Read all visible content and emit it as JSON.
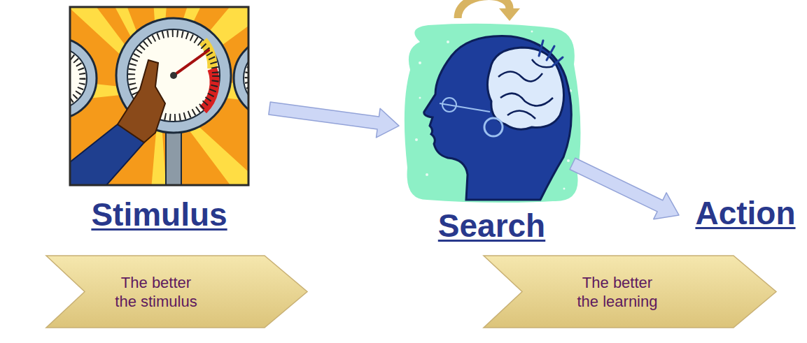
{
  "diagram": {
    "nodes": [
      {
        "text": [
          "Stimulus"
        ]
      },
      {
        "text": [
          "Search"
        ]
      },
      {
        "text": [
          "Action"
        ]
      },
      {
        "text": [
          "The better the stimulus"
        ]
      },
      {
        "text": [
          "The better the learning"
        ]
      }
    ],
    "edges": [
      {
        "from": 0,
        "to": 1,
        "arrow": "to"
      },
      {
        "from": 1,
        "to": 1,
        "arrow": "to"
      },
      {
        "from": 1,
        "to": 2,
        "arrow": "to"
      }
    ]
  }
}
